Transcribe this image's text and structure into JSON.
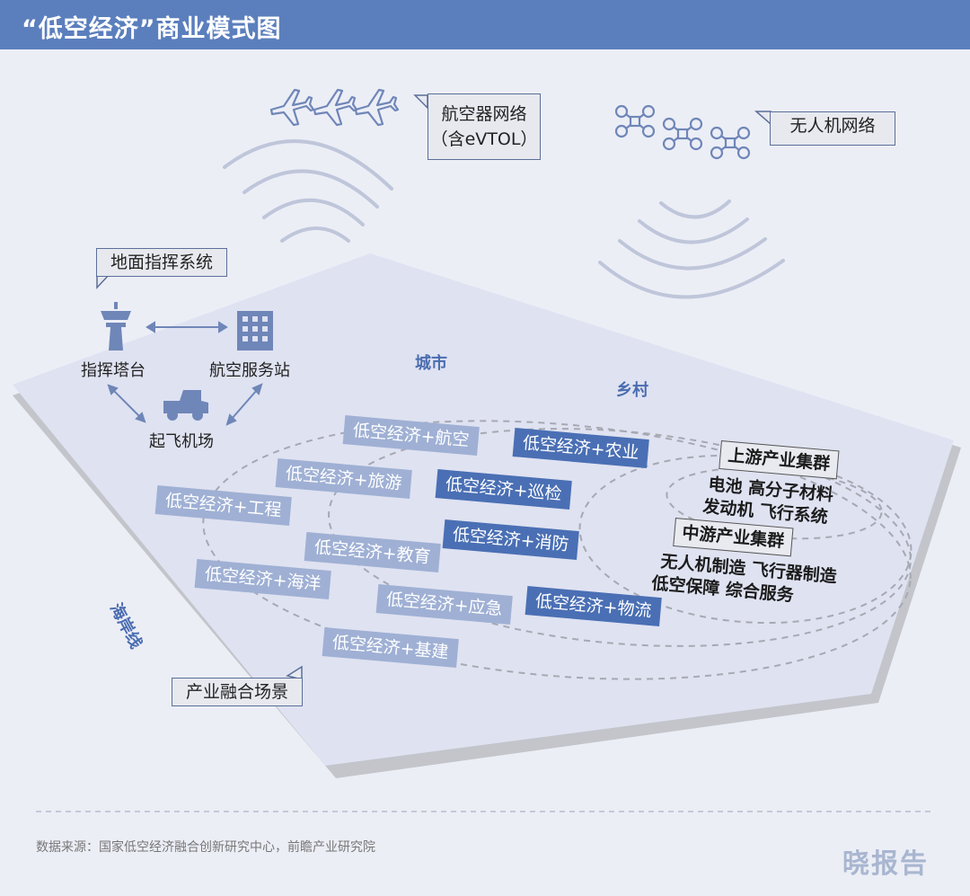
{
  "header": {
    "title": "“低空经济”商业模式图"
  },
  "network": {
    "aircraft": "航空器网络",
    "aircraft_sub": "（含eVTOL）",
    "drone": "无人机网络"
  },
  "ground": {
    "title": "地面指挥系统",
    "tower": "指挥塔台",
    "station": "航空服务站",
    "field": "起飞机场"
  },
  "areas": {
    "city": "城市",
    "rural": "乡村",
    "coast": "海岸线"
  },
  "scenes": [
    {
      "label": "低空经济+航空",
      "style": "light"
    },
    {
      "label": "低空经济+农业",
      "style": "dark"
    },
    {
      "label": "低空经济+旅游",
      "style": "light"
    },
    {
      "label": "低空经济+巡检",
      "style": "dark"
    },
    {
      "label": "低空经济+工程",
      "style": "light"
    },
    {
      "label": "低空经济+消防",
      "style": "dark"
    },
    {
      "label": "低空经济+教育",
      "style": "light"
    },
    {
      "label": "低空经济+海洋",
      "style": "light"
    },
    {
      "label": "低空经济+应急",
      "style": "light"
    },
    {
      "label": "低空经济+物流",
      "style": "dark"
    },
    {
      "label": "低空经济+基建",
      "style": "light"
    }
  ],
  "industry": {
    "upstream_title": "上游产业集群",
    "upstream_line1": "电池 高分子材料",
    "upstream_line2": "发动机 飞行系统",
    "midstream_title": "中游产业集群",
    "midstream_line1": "无人机制造 飞行器制造",
    "midstream_line2": "低空保障 综合服务"
  },
  "integration_label": "产业融合场景",
  "footer": {
    "source": "数据来源：国家低空经济融合创新研究中心，前瞻产业研究院",
    "logo": "晓报告"
  },
  "colors": {
    "header": "#5b7fbd",
    "plane": "#dfe2f1",
    "tag_dark": "#4a6fb4",
    "tag_light": "#9fb0d4",
    "icon": "#6f86b8"
  }
}
